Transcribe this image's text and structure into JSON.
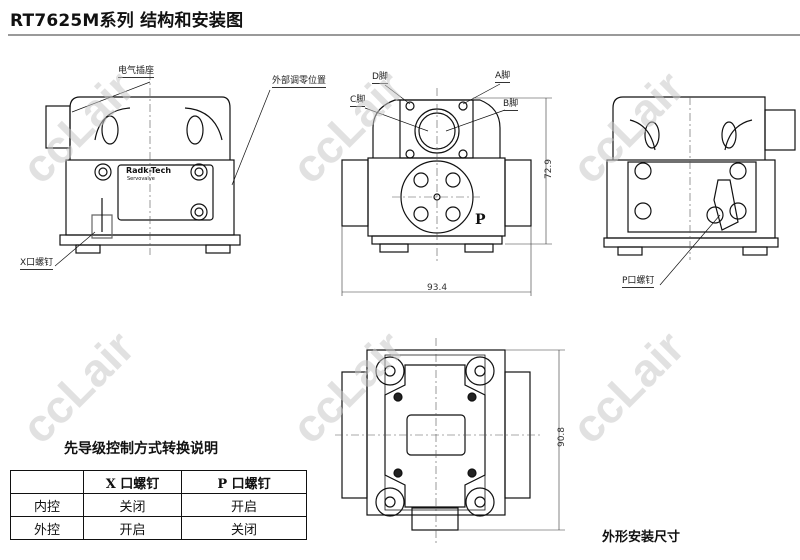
{
  "header": {
    "title": "RT7625M系列  结构和安装图"
  },
  "left_view": {
    "label_socket": "电气插座",
    "label_zero": "外部调零位置",
    "label_x_screw": "X口螺钉",
    "nameplate_brand": "Radk-Tech",
    "nameplate_sub": "Servovalve"
  },
  "front_view": {
    "label_d": "D脚",
    "label_a": "A脚",
    "label_c": "C脚",
    "label_b": "B脚",
    "port_p": "P",
    "dim_height": "72.9",
    "dim_width": "93.4"
  },
  "right_view": {
    "label_p_screw": "P口螺钉"
  },
  "bottom_view": {
    "dim_depth": "90.8"
  },
  "table": {
    "heading": "先导级控制方式转换说明",
    "columns": [
      "",
      "X 口螺钉",
      "P 口螺钉"
    ],
    "rows": [
      [
        "内控",
        "关闭",
        "开启"
      ],
      [
        "外控",
        "开启",
        "关闭"
      ]
    ]
  },
  "caption": "外形安装尺寸",
  "watermark": "ccLair"
}
